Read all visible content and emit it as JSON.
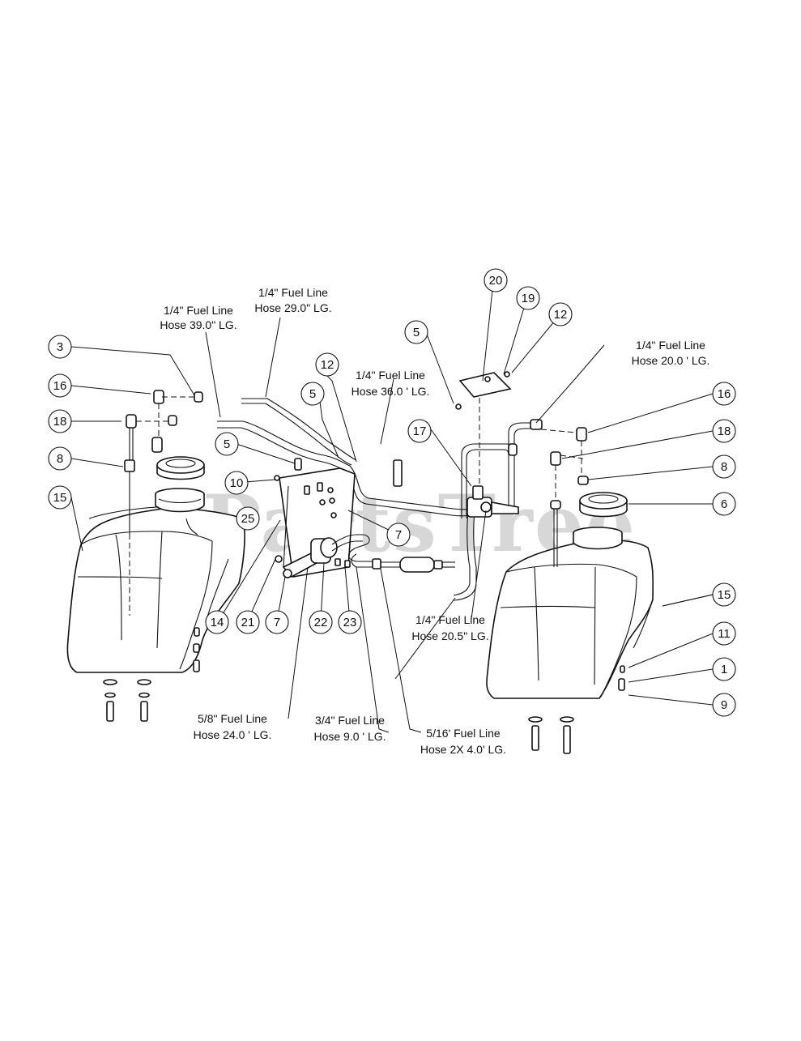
{
  "watermark": "PartsTree",
  "hose_labels": {
    "hose_39": [
      "1/4\" Fuel Line",
      "Hose 39.0\" LG."
    ],
    "hose_29": [
      "1/4\" Fuel Line",
      "Hose 29.0\" LG."
    ],
    "hose_36": [
      "1/4\" Fuel Line",
      "Hose 36.0 ' LG."
    ],
    "hose_20_0": [
      "1/4\" Fuel Line",
      "Hose 20.0 ' LG."
    ],
    "hose_20_5": [
      "1/4\" Fuel Line",
      "Hose 20.5\" LG."
    ],
    "hose_24": [
      "5/8\" Fuel Line",
      "Hose 24.0 ' LG."
    ],
    "hose_9": [
      "3/4\" Fuel Line",
      "Hose 9.0 ' LG."
    ],
    "hose_2x4": [
      "5/16' Fuel Line",
      "Hose 2X 4.0' LG."
    ]
  },
  "callouts": {
    "c20": "20",
    "c19": "19",
    "c12a": "12",
    "c5a": "5",
    "c3": "3",
    "c16a": "16",
    "c18a": "18",
    "c8a": "8",
    "c15a": "15",
    "c12b": "12",
    "c5b": "5",
    "c5c": "5",
    "c10": "10",
    "c25": "25",
    "c17": "17",
    "c7a": "7",
    "c14": "14",
    "c21": "21",
    "c7b": "7",
    "c22": "22",
    "c23": "23",
    "c16b": "16",
    "c18b": "18",
    "c8b": "8",
    "c6": "6",
    "c15b": "15",
    "c11": "11",
    "c1": "1",
    "c9": "9"
  }
}
